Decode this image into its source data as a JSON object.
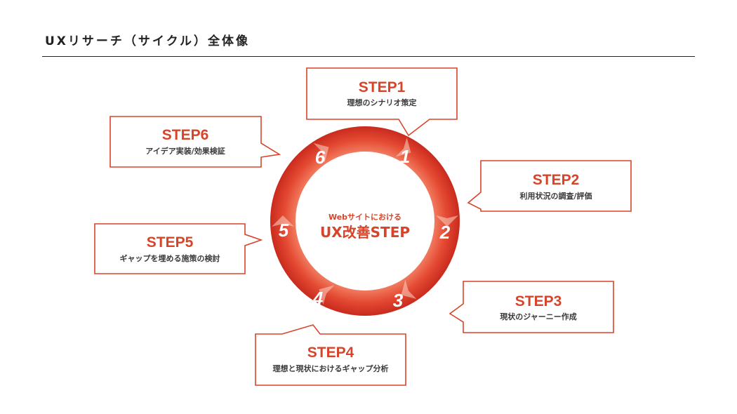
{
  "page": {
    "title": "UXリサーチ（サイクル）全体像"
  },
  "cycle": {
    "center_subtitle": "Webサイトにおける",
    "center_title": "UX改善STEP",
    "steps": [
      {
        "number": "1",
        "label": "STEP1",
        "description": "理想のシナリオ策定"
      },
      {
        "number": "2",
        "label": "STEP2",
        "description": "利用状況の調査/評価"
      },
      {
        "number": "3",
        "label": "STEP3",
        "description": "現状のジャーニー作成"
      },
      {
        "number": "4",
        "label": "STEP4",
        "description": "理想と現状におけるギャップ分析"
      },
      {
        "number": "5",
        "label": "STEP5",
        "description": "ギャップを埋める施策の検討"
      },
      {
        "number": "6",
        "label": "STEP6",
        "description": "アイデア実装/効果検証"
      }
    ]
  },
  "colors": {
    "accent": "#d8442a",
    "ring_light": "#f07a5e",
    "ring_dark": "#c8201a",
    "text_dark": "#222222"
  }
}
